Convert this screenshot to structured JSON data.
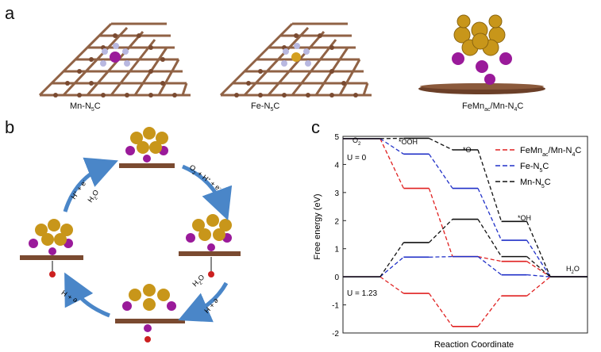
{
  "panels": {
    "a": "a",
    "b": "b",
    "c": "c"
  },
  "structures": {
    "mn": {
      "base": "Mn-N",
      "sub": "5",
      "tail": "C"
    },
    "fe": {
      "base": "Fe-N",
      "sub": "5",
      "tail": "C"
    },
    "femn": {
      "base1": "FeMn",
      "sub1": "ac",
      "mid": "/Mn-N",
      "sub2": "4",
      "tail": "C"
    }
  },
  "cycle": {
    "top_left": {
      "l1a": "H",
      "l1b": "+",
      "l1c": " + e",
      "l1d": "-",
      "l2a": "H",
      "l2b": "2",
      "l2c": "O"
    },
    "top_right": {
      "l1a": "O",
      "l1b": "2",
      "l1c": " + H",
      "l1d": "+",
      "l1e": " + e",
      "l1f": "-"
    },
    "bottom_right": {
      "l1a": "H",
      "l1b": "2",
      "l1c": "O",
      "l2": "e + H"
    },
    "bottom_left": {
      "l1": "e + H"
    }
  },
  "chart_data": {
    "type": "line",
    "ylabel": "Free energy (eV)",
    "xlabel": "Reaction Coordinate",
    "ylim": [
      -2,
      5
    ],
    "yticks": [
      "-2",
      "-1",
      "0",
      "1",
      "2",
      "3",
      "4",
      "5"
    ],
    "steps": [
      "O2",
      "*OOH",
      "*O",
      "*OH",
      "H2O"
    ],
    "step_labels": {
      "o2": {
        "a": "O",
        "b": "2"
      },
      "ooh": "*OOH",
      "o": "*O",
      "oh": "*OH",
      "h2o": {
        "a": "H",
        "b": "2",
        "c": "O"
      }
    },
    "potential_labels": {
      "u0": "U = 0",
      "u123": "U = 1.23"
    },
    "series": [
      {
        "name": "FeMnac/Mn-N4C",
        "legend": {
          "a": "FeMn",
          "b": "ac",
          "c": "/Mn-N",
          "d": "4",
          "e": "C"
        },
        "color": "#e02020",
        "u0": [
          4.92,
          3.15,
          0.72,
          0.55,
          0
        ],
        "u123": [
          0,
          -0.59,
          -1.77,
          -0.68,
          0
        ]
      },
      {
        "name": "Fe-N5C",
        "legend": {
          "a": "Fe-N",
          "b": "5",
          "c": "C"
        },
        "color": "#2030c8",
        "u0": [
          4.92,
          4.37,
          3.15,
          1.3,
          0
        ],
        "u123": [
          0,
          0.7,
          0.72,
          0.07,
          0
        ]
      },
      {
        "name": "Mn-N5C",
        "legend": {
          "a": "Mn-N",
          "b": "5",
          "c": "C"
        },
        "color": "#111111",
        "u0": [
          4.92,
          4.93,
          4.52,
          1.97,
          0
        ],
        "u123": [
          0,
          1.22,
          2.05,
          0.72,
          0
        ]
      }
    ]
  }
}
